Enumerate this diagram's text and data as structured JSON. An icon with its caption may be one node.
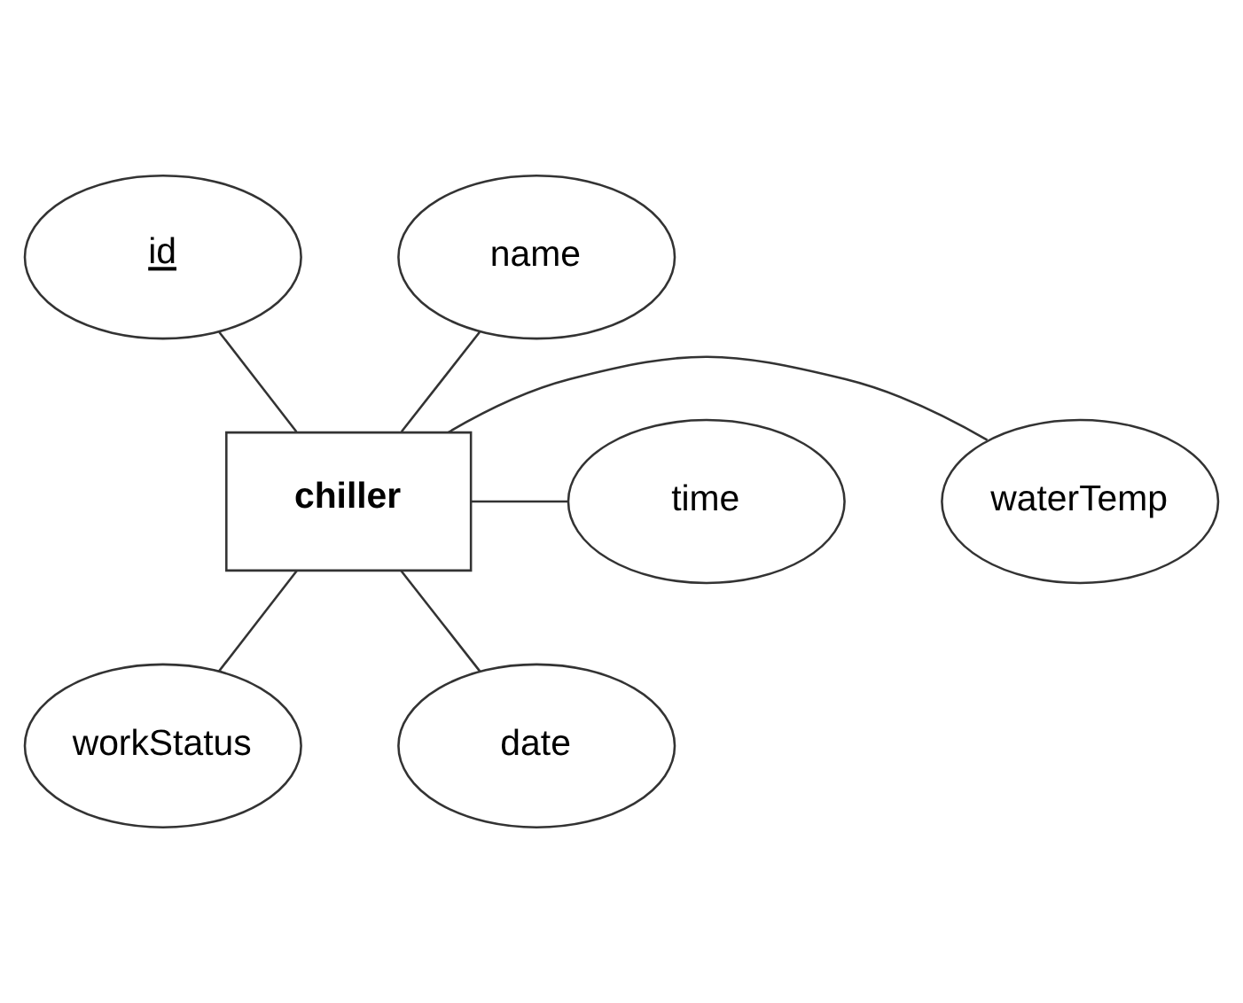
{
  "diagram": {
    "nodes": [
      {
        "text": [
          "id"
        ]
      },
      {
        "text": [
          "name"
        ]
      },
      {
        "text": [
          "chiller"
        ]
      },
      {
        "text": [
          "waterTemp"
        ]
      },
      {
        "text": [
          "time"
        ]
      },
      {
        "text": [
          "workStatus"
        ]
      },
      {
        "text": [
          "date"
        ]
      }
    ],
    "edges": [
      {
        "from": 0,
        "to": 2,
        "arrow": "none"
      },
      {
        "from": 1,
        "to": 2,
        "arrow": "none"
      },
      {
        "from": 2,
        "to": 3,
        "arrow": "none"
      },
      {
        "from": 2,
        "to": 4,
        "arrow": "none"
      },
      {
        "from": 2,
        "to": 5,
        "arrow": "none"
      },
      {
        "from": 2,
        "to": 6,
        "arrow": "none"
      }
    ]
  }
}
